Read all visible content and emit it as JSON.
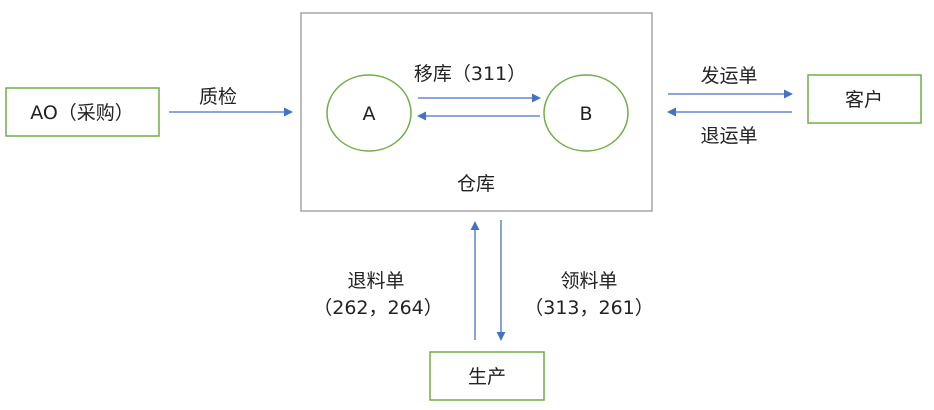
{
  "nodes": {
    "ao": "AO（采购）",
    "warehouse": "仓库",
    "node_a": "A",
    "node_b": "B",
    "customer": "客户",
    "production": "生产"
  },
  "edges": {
    "qc": "质检",
    "transfer": "移库（311）",
    "ship": "发运单",
    "return_customer": "退运单",
    "return_material_title": "退料单",
    "return_material_codes": "（262，264）",
    "issue_material_title": "领料单",
    "issue_material_codes": "（313，261）"
  },
  "colors": {
    "box_green": "#70ad47",
    "box_gray": "#a6a6a6",
    "arrow_blue": "#4472c4",
    "text": "#222222"
  }
}
